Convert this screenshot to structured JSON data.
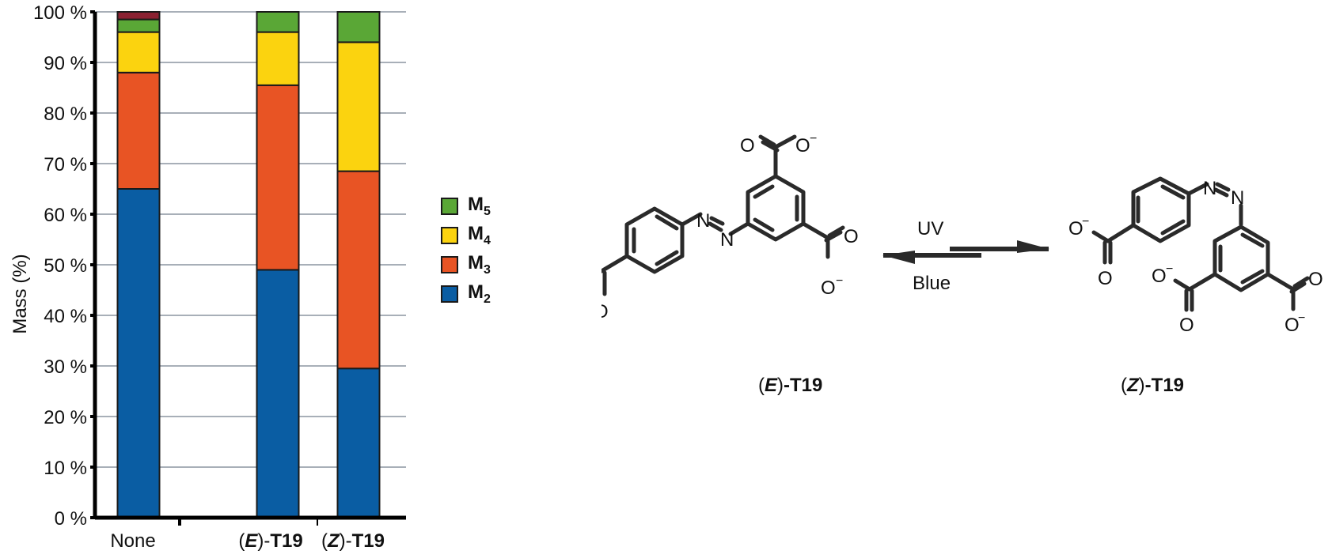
{
  "chart_data": {
    "type": "bar",
    "stacked": true,
    "title": "",
    "xlabel": "",
    "ylabel": "Mass (%)",
    "ylim": [
      0,
      100
    ],
    "yticks": [
      "0 %",
      "10 %",
      "20 %",
      "30 %",
      "40 %",
      "50 %",
      "60 %",
      "70 %",
      "80 %",
      "90 %",
      "100 %"
    ],
    "grid": true,
    "legend_position": "right",
    "categories": [
      "None",
      "(E)-T19",
      "(Z)-T19"
    ],
    "series": [
      {
        "name": "M2",
        "color": "#0a5da3",
        "values": [
          65,
          49,
          29.5
        ]
      },
      {
        "name": "M3",
        "color": "#e85424",
        "values": [
          23,
          36.5,
          39
        ]
      },
      {
        "name": "M4",
        "color": "#fbd30f",
        "values": [
          8,
          10.5,
          25.5
        ]
      },
      {
        "name": "M5",
        "color": "#5aa736",
        "values": [
          2.5,
          4,
          6
        ]
      },
      {
        "name": "higher (unlabeled)",
        "color": "#8b2131",
        "values": [
          1.5,
          0,
          0
        ]
      }
    ]
  },
  "chart": {
    "ylabel": "Mass (%)",
    "categories": [
      {
        "prefix": "",
        "italic": "",
        "suffix": "None"
      },
      {
        "prefix": "(",
        "italic": "E",
        "suffix": ")-T19"
      },
      {
        "prefix": "(",
        "italic": "Z",
        "suffix": ")-T19"
      }
    ],
    "legend": [
      {
        "base": "M",
        "sub": "5",
        "color": "#5aa736"
      },
      {
        "base": "M",
        "sub": "4",
        "color": "#fbd30f"
      },
      {
        "base": "M",
        "sub": "3",
        "color": "#e85424"
      },
      {
        "base": "M",
        "sub": "2",
        "color": "#0a5da3"
      }
    ]
  },
  "scheme": {
    "forward_condition": "UV",
    "reverse_condition": "Blue",
    "left_compound": {
      "open": "(",
      "isomer": "E",
      "close": ")",
      "name": "-T19"
    },
    "right_compound": {
      "open": "(",
      "isomer": "Z",
      "close": ")",
      "name": "-T19"
    },
    "atoms": {
      "oxygen": "O",
      "nitrogen": "N",
      "charge": "−"
    }
  }
}
